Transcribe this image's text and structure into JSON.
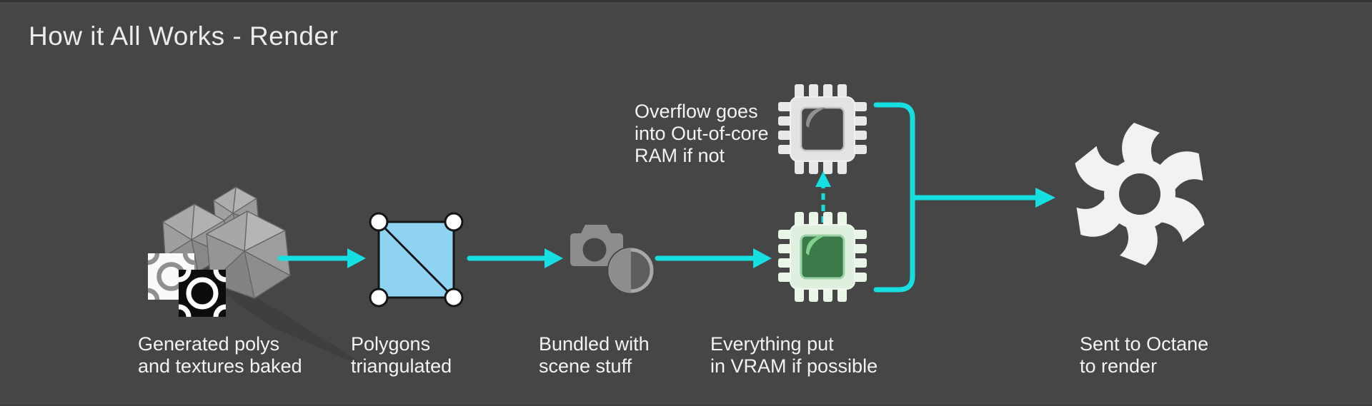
{
  "slide": {
    "title": "How it All Works - Render"
  },
  "steps": [
    {
      "icon": "generated-polys-icon",
      "label": "Generated polys\nand textures baked"
    },
    {
      "icon": "triangulated-polygon-icon",
      "label": "Polygons\ntriangulated"
    },
    {
      "icon": "camera-scene-icon",
      "label": "Bundled with\nscene stuff"
    },
    {
      "icon": "vram-chip-icon",
      "label": "Everything put\nin VRAM if possible"
    },
    {
      "icon": "octane-logo-icon",
      "label": "Sent to Octane\nto render"
    }
  ],
  "overflow_note": {
    "icon": "out-of-core-ram-chip-icon",
    "label": "Overflow goes\ninto Out-of-core\nRAM if not"
  },
  "colors": {
    "background": "#464646",
    "top_bar": "#343434",
    "text": "#f3f3f3",
    "accent_cyan": "#15dfe1",
    "polygon_blue": "#8fd3f2",
    "icon_gray": "#8d8d8d",
    "chip_body": "#e3e3e3",
    "chip_pin": "#e8e8e8",
    "chip_die": "#474747",
    "vram_body": "#dff0de",
    "vram_pin": "#e9f6e8",
    "vram_die": "#3c7a49",
    "vram_die_border": "#9bd2a6",
    "octane_white": "#f2f2f2",
    "tile_white": "#fafafa",
    "tile_black": "#0c0c0c"
  }
}
